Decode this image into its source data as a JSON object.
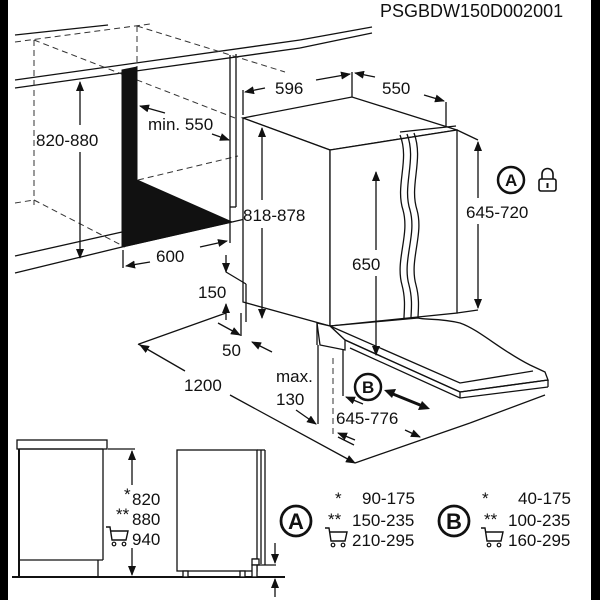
{
  "diagram": {
    "code": "PSGBDW150D002001",
    "type": "Built-in dishwasher installation dimensions (mm)",
    "niche": {
      "height_range": "820-880",
      "depth_min": "min. 550",
      "width": "600"
    },
    "appliance": {
      "width": "596",
      "depth": "550",
      "height_range": "818-878",
      "inner_height": "650",
      "door_panel_height": "645-720",
      "plinth_height": "150",
      "plinth_offset": "50",
      "door_open_clearance": "1200",
      "plinth_max_label": "max.",
      "plinth_max_value": "130",
      "door_panel_adjust": "645-776"
    },
    "markers": {
      "a_label": "A",
      "b_label": "B",
      "lock_icon": "lock-icon",
      "cart_icon": "shopping-cart-icon",
      "double_arrow_icon": "double-arrow-icon"
    },
    "side_view": {
      "heights": [
        {
          "prefix": "*",
          "value": "820"
        },
        {
          "prefix": "**",
          "value": "880"
        },
        {
          "prefix": "cart",
          "value": "940"
        }
      ]
    },
    "table_a": {
      "label": "A",
      "rows": [
        {
          "prefix": "*",
          "value": "90-175"
        },
        {
          "prefix": "**",
          "value": "150-235"
        },
        {
          "prefix": "cart",
          "value": "210-295"
        }
      ]
    },
    "table_b": {
      "label": "B",
      "rows": [
        {
          "prefix": "*",
          "value": "40-175"
        },
        {
          "prefix": "**",
          "value": "100-235"
        },
        {
          "prefix": "cart",
          "value": "160-295"
        }
      ]
    },
    "colors": {
      "line": "#111111",
      "background": "#ffffff",
      "frame": "#000000"
    }
  }
}
